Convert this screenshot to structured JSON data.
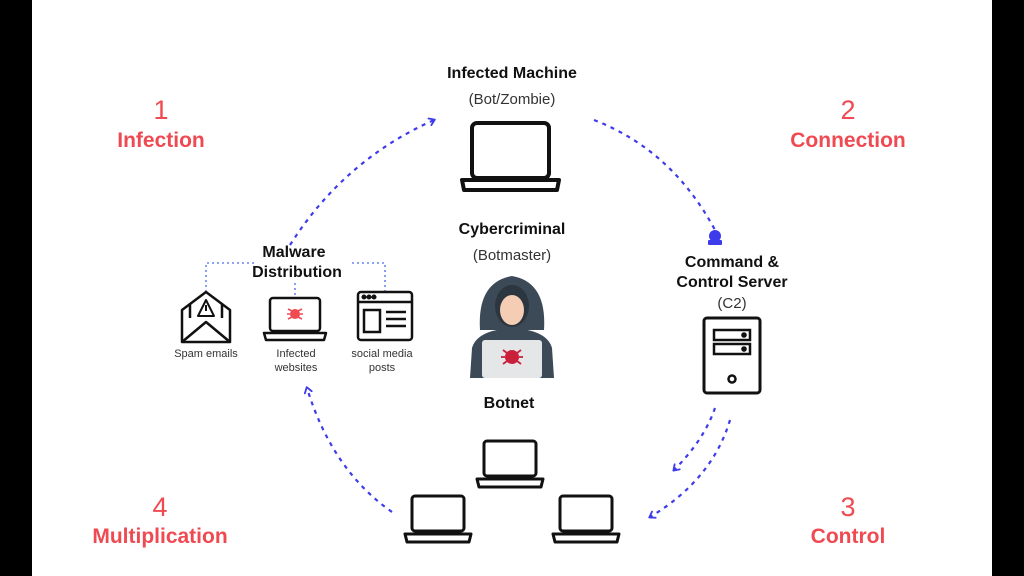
{
  "steps": [
    {
      "number": "1",
      "name": "Infection"
    },
    {
      "number": "2",
      "name": "Connection"
    },
    {
      "number": "3",
      "name": "Control"
    },
    {
      "number": "4",
      "name": "Multiplication"
    }
  ],
  "infected_machine": {
    "title": "Infected Machine",
    "subtitle": "(Bot/Zombie)"
  },
  "cybercriminal": {
    "title": "Cybercriminal",
    "subtitle": "(Botmaster)"
  },
  "botnet": {
    "title": "Botnet"
  },
  "c2": {
    "title_line1": "Command &",
    "title_line2": "Control Server",
    "subtitle": "(C2)"
  },
  "malware": {
    "title_line1": "Malware",
    "title_line2": "Distribution",
    "channels": [
      {
        "label_line1": "Spam emails",
        "label_line2": "",
        "icon": "envelope-warning-icon"
      },
      {
        "label_line1": "Infected",
        "label_line2": "websites",
        "icon": "infected-laptop-icon"
      },
      {
        "label_line1": "social media",
        "label_line2": "posts",
        "icon": "browser-window-icon"
      }
    ]
  },
  "colors": {
    "accent": "#ef4a52",
    "arrow": "#3d3bea",
    "dotted": "#4a6cf0",
    "hoodie": "#3c4a58",
    "icon_stroke": "#111111"
  }
}
